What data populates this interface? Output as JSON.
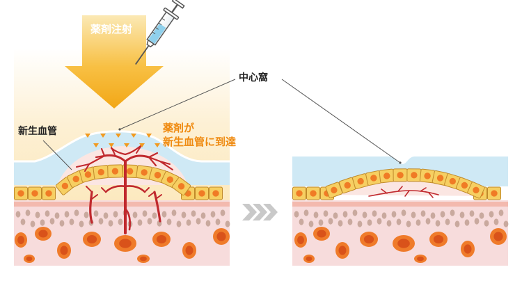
{
  "labels": {
    "injection": "薬剤注射",
    "fovea": "中心窩",
    "neovessel": "新生血管",
    "reach_line1": "薬剤が",
    "reach_line2": "新生血管に到達"
  },
  "icons": {
    "transition": "triple-chevron-right-icon",
    "syringe": "syringe-icon",
    "arrow": "down-arrow-icon"
  },
  "colors": {
    "orange_text": "#ef8a10",
    "vessel_red": "#c0282d",
    "cell_fill": "#f6cf62",
    "cell_nucleus": "#f07b25",
    "fluid_blue": "#cfe9f5",
    "tissue_pink": "#f7dcdc",
    "chevron_gray": "#c9c9c9"
  }
}
